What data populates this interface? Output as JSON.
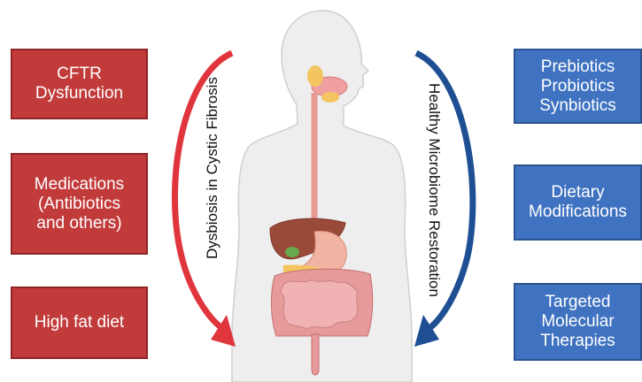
{
  "left_factors": [
    {
      "label": "CFTR\nDysfunction"
    },
    {
      "label": "Medications\n(Antibiotics\nand others)"
    },
    {
      "label": "High fat diet"
    }
  ],
  "right_interventions": [
    {
      "label": "Prebiotics\nProbiotics\nSynbiotics"
    },
    {
      "label": "Dietary\nModifications"
    },
    {
      "label": "Targeted\nMolecular\nTherapies"
    }
  ],
  "arrows": {
    "left_label": "Dysbiosis in Cystic Fibrosis",
    "right_label": "Healthy Microbiome Restoration"
  },
  "colors": {
    "left_box": "#c23b3b",
    "right_box": "#3f72c0",
    "left_arrow": "#e0353c",
    "right_arrow": "#1e4f93"
  },
  "icons": {
    "center": "human-digestive-system-icon"
  }
}
